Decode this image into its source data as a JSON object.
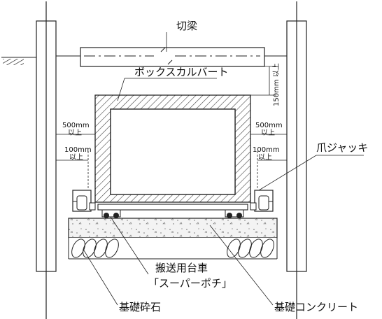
{
  "labels": {
    "kiribari": "切梁",
    "box_culvert": "ボックスカルバート",
    "clearance_top": "150mm 以上",
    "clearance_left_wall": "500mm",
    "clearance_left_wall_sub": "以上",
    "clearance_right_wall": "500mm",
    "clearance_right_wall_sub": "以上",
    "clearance_left_jack": "100mm",
    "clearance_left_jack_sub": "以上",
    "clearance_right_jack": "100mm",
    "clearance_right_jack_sub": "以上",
    "claw_jack": "爪ジャッキ",
    "cart_line1": "搬送用台車",
    "cart_line2": "「スーパーポチ」",
    "base_gravel": "基礎砕石",
    "base_concrete": "基礎コンクリート"
  },
  "colors": {
    "line": "#222222",
    "hatch": "#444444",
    "concrete_fill": "#f2f2f2"
  }
}
